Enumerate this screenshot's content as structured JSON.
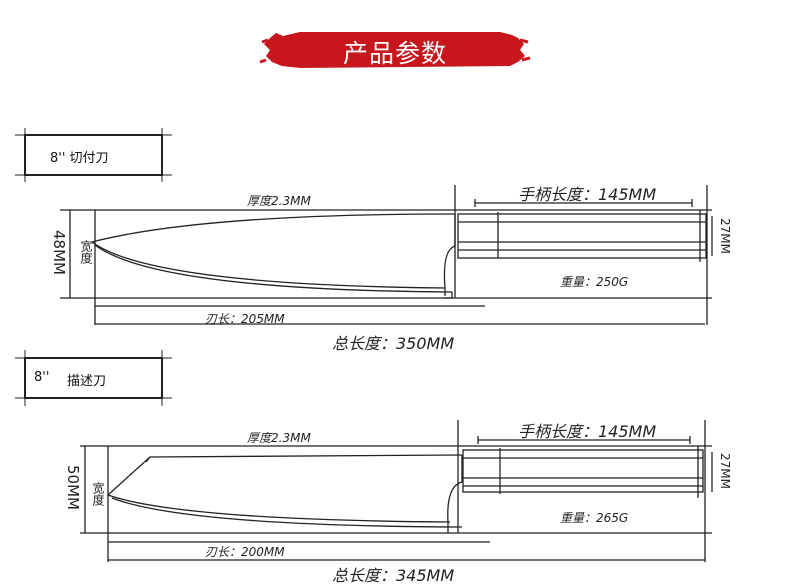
{
  "header": {
    "title": "产品参数",
    "banner_color": "#c8161d"
  },
  "knives": [
    {
      "name": "8'' 切付刀",
      "thickness": "厚度2.3MM",
      "handle_length": "手柄长度：145MM",
      "width_label": "宽度",
      "width_value": "48MM",
      "handle_width": "27MM",
      "weight": "重量：250G",
      "blade_length": "刃长：205MM",
      "total_length": "总长度：350MM"
    },
    {
      "name_num": "8''",
      "name_text": "描述刀",
      "thickness": "厚度2.3MM",
      "handle_length": "手柄长度：145MM",
      "width_label": "宽度",
      "width_value": "50MM",
      "handle_width": "27MM",
      "weight": "重量：265G",
      "blade_length": "刃长：200MM",
      "total_length": "总长度：345MM"
    }
  ]
}
